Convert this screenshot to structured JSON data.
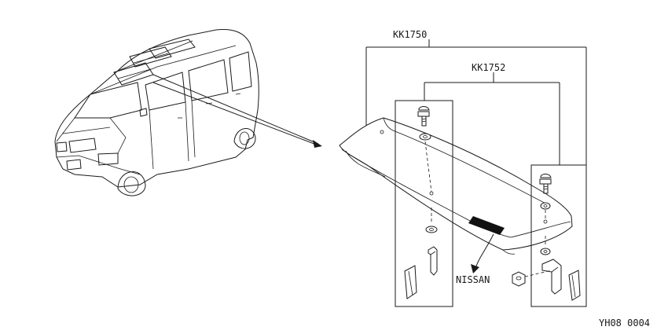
{
  "labels": {
    "part_kit_main": "KK1750",
    "part_kit_sub": "KK1752",
    "emblem_text": "NISSAN",
    "figure_code": "YH08 0004"
  },
  "colors": {
    "line": "#1a1a1a",
    "background": "#ffffff"
  }
}
